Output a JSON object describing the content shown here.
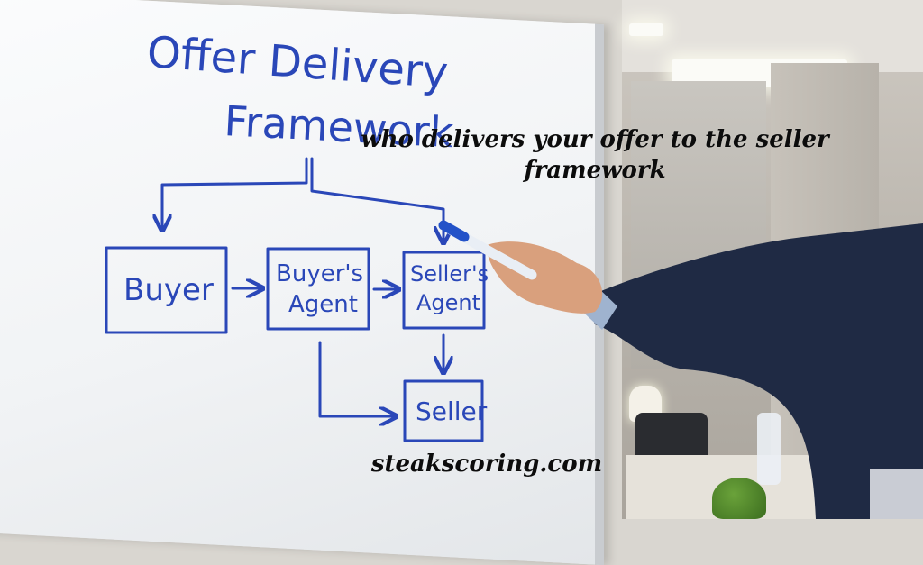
{
  "whiteboard": {
    "title_line1": "Offer Delivery",
    "title_line2": "Framework",
    "boxes": {
      "buyer": "Buyer",
      "buyers_agent_line1": "Buyer's",
      "buyers_agent_line2": "Agent",
      "sellers_agent_line1": "Seller's",
      "sellers_agent_line2": "Agent",
      "seller": "Seller"
    },
    "marker_color": "#2a47b8"
  },
  "overlay": {
    "caption": "who delivers your offer to the seller framework",
    "watermark": "steakscoring.com"
  },
  "colors": {
    "suit": "#1f2a44",
    "marker_body": "#e9eef5",
    "marker_cap": "#2352c8"
  }
}
